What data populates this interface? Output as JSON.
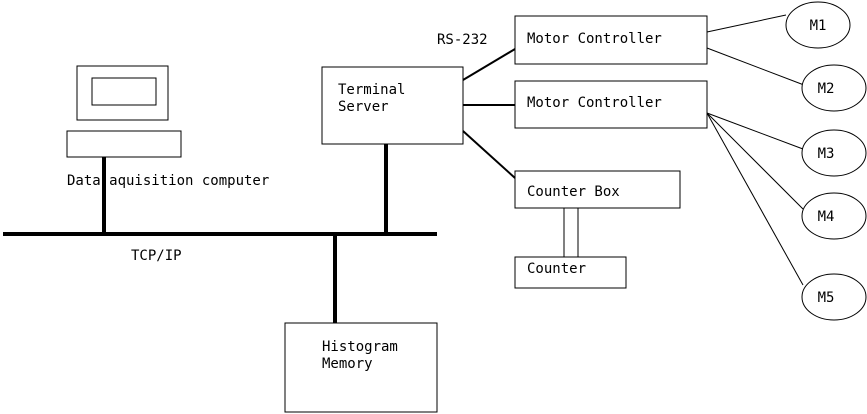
{
  "labels": {
    "rs232": "RS-232",
    "terminal_server_line1": "Terminal",
    "terminal_server_line2": "Server",
    "motor_controller_1": "Motor Controller",
    "motor_controller_2": "Motor Controller",
    "counter_box": "Counter Box",
    "counter": "Counter",
    "data_acquisition_computer": "Data aquisition computer",
    "tcpip": "TCP/IP",
    "histogram_line1": "Histogram",
    "histogram_line2": "Memory"
  },
  "motors": [
    "M1",
    "M2",
    "M3",
    "M4",
    "M5"
  ],
  "colors": {
    "stroke": "#000000",
    "background": "#ffffff"
  }
}
